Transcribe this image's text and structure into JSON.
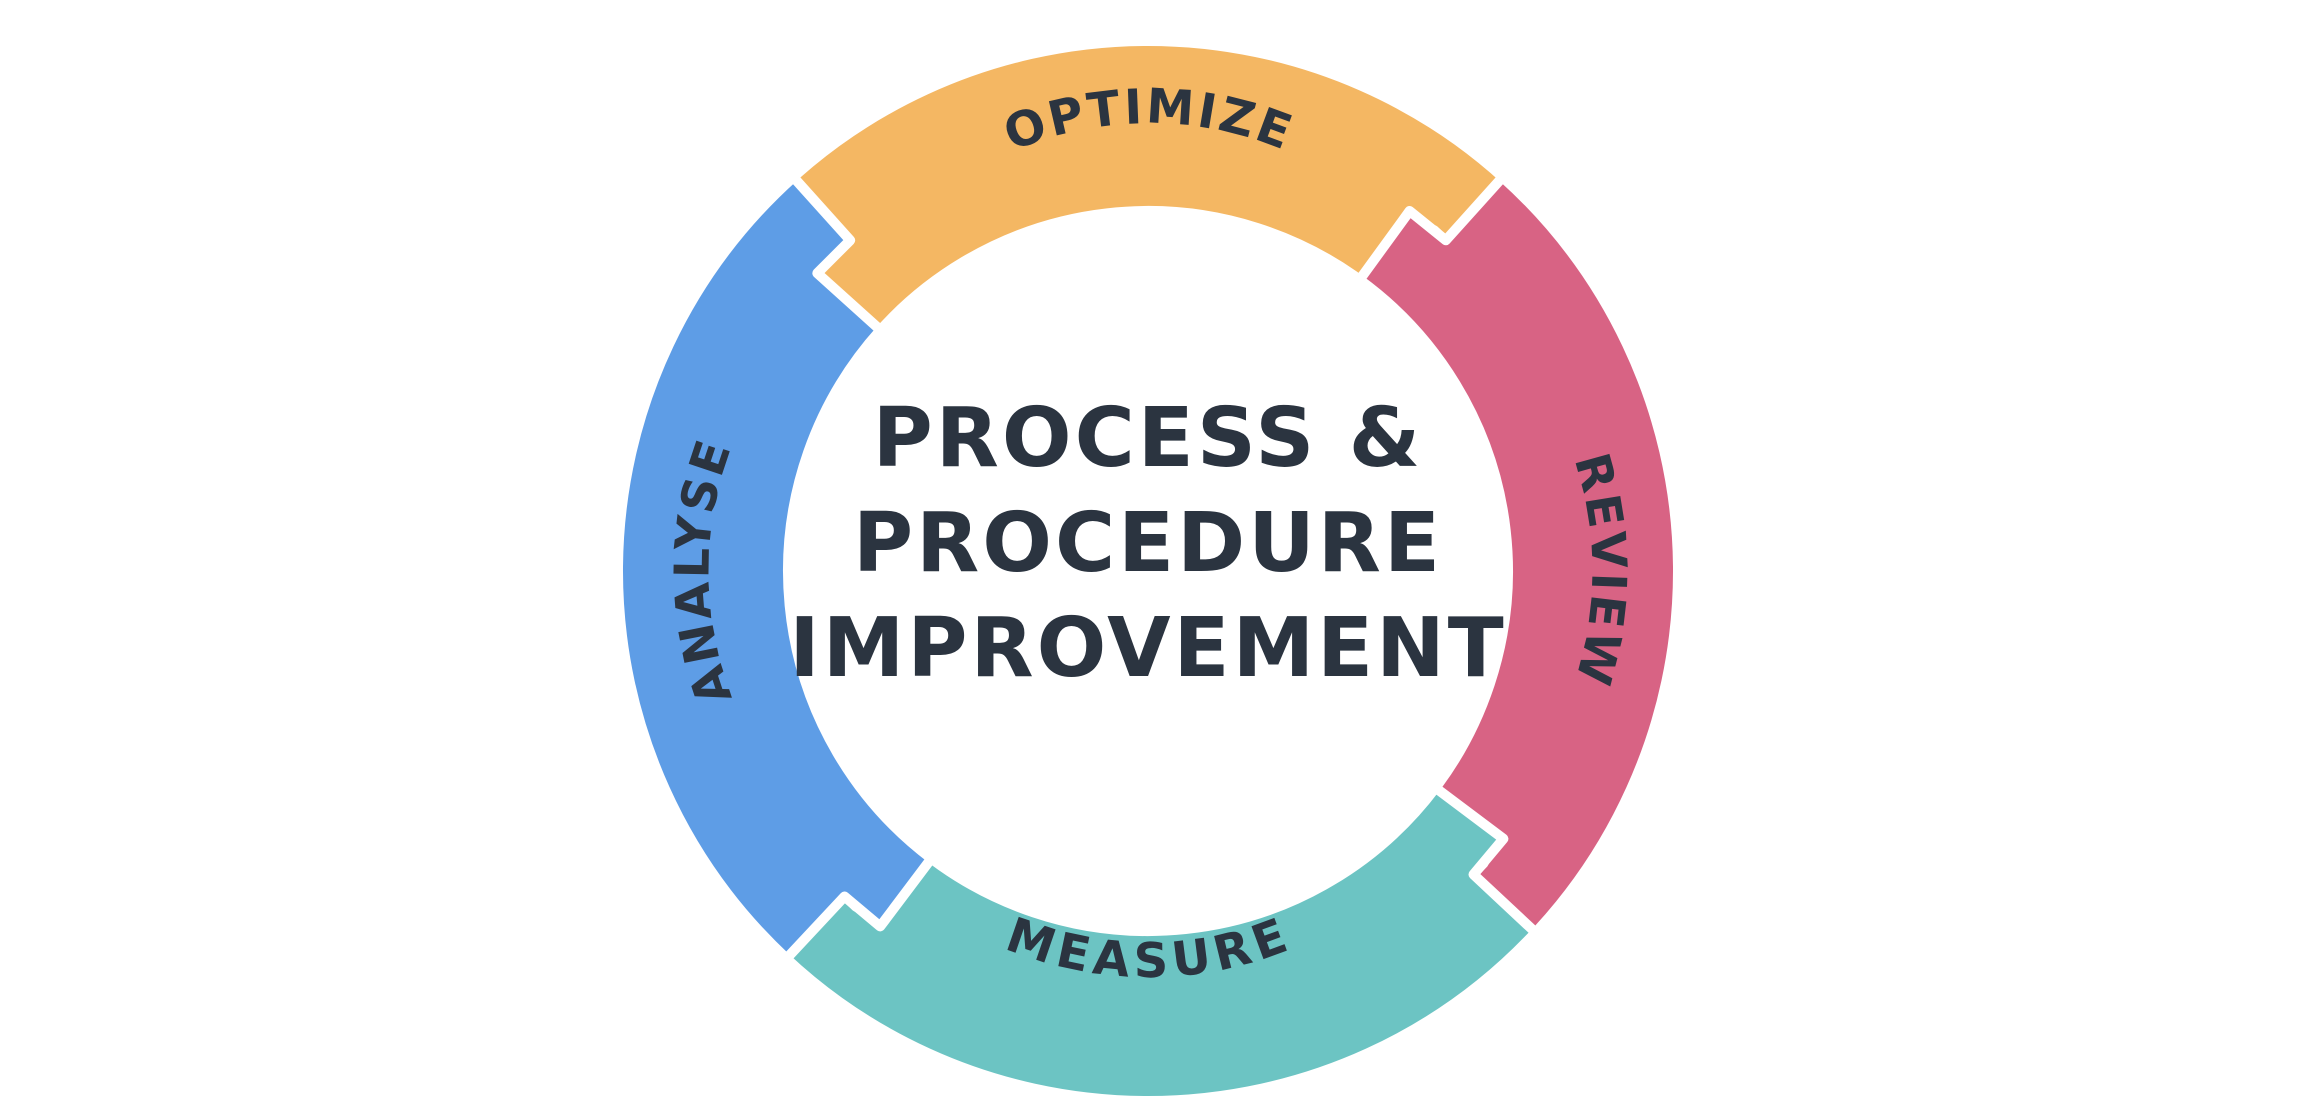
{
  "diagram": {
    "center_title": {
      "line1": "PROCESS &",
      "line2": "PROCEDURE",
      "line3": "IMPROVEMENT"
    },
    "segments": [
      {
        "key": "optimize",
        "label": "OPTIMIZE",
        "color": "#F4B763"
      },
      {
        "key": "review",
        "label": "REVIEW",
        "color": "#D86384"
      },
      {
        "key": "measure",
        "label": "MEASURE",
        "color": "#6CC4C3"
      },
      {
        "key": "analyse",
        "label": "ANALYSE",
        "color": "#5E9DE6"
      }
    ]
  }
}
